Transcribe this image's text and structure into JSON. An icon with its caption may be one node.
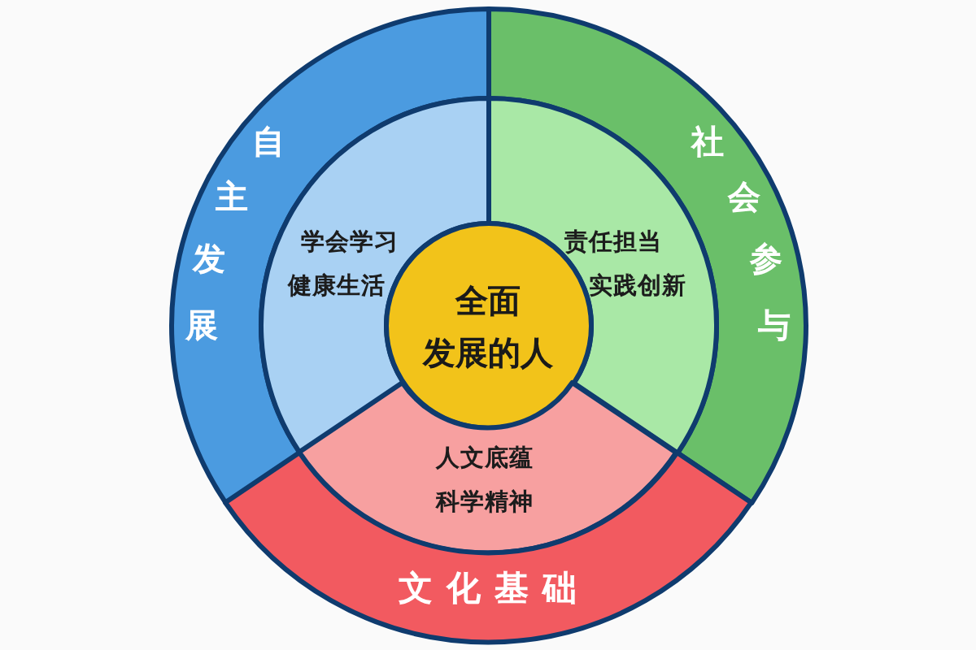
{
  "diagram": {
    "nodes": [
      {
        "text": [
          "自主发展"
        ]
      },
      {
        "text": [
          "社会参与"
        ]
      },
      {
        "text": [
          "学会学习",
          "健康生活"
        ]
      },
      {
        "text": [
          "责任担当",
          "实践创新"
        ]
      },
      {
        "text": [
          "全面发展的人"
        ]
      },
      {
        "text": [
          "人文底蕴",
          "科学精神"
        ]
      },
      {
        "text": [
          "文化基础"
        ]
      }
    ]
  }
}
